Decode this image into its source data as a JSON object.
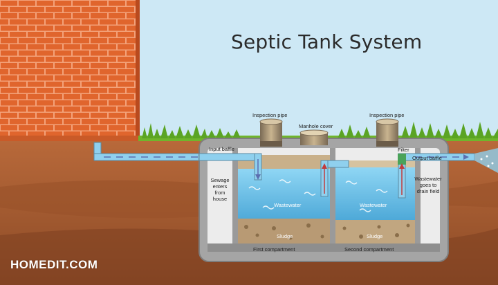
{
  "title": "Septic Tank System",
  "labels": {
    "inspection_pipe_left": "Inspection pipe",
    "manhole_cover": "Manhole cover",
    "inspection_pipe_right": "Inspection pipe",
    "input_baffle": "Input baffle",
    "filter": "Filter",
    "output_baffle": "Output baffle",
    "sewage_line1": "Sewage",
    "sewage_line2": "enters",
    "sewage_line3": "from house",
    "wastewater_left": "Wastewater",
    "wastewater_right": "Wastewater",
    "drain_line1": "Wastewater",
    "drain_line2": "goes to",
    "drain_line3": "drain field",
    "sludge_left": "Sludge",
    "sludge_right": "Sludge",
    "first_compartment": "First compartment",
    "second_compartment": "Second compartment"
  },
  "watermark": "HOMEDIT.COM",
  "colors": {
    "sky": "#cde8f5",
    "brick": "#e0652d",
    "mortar": "#f2a37a",
    "soil": "#a45a2e",
    "tank": "#9e9e9e",
    "water": "#6ec3ea",
    "sludge": "#b89a74",
    "grass": "#6fb52c"
  }
}
